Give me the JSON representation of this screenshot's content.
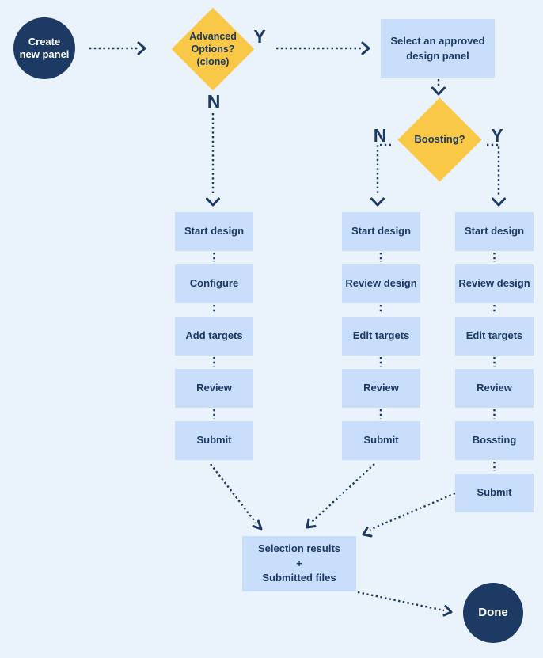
{
  "diagram": {
    "start": {
      "label": "Create\nnew panel"
    },
    "advanced_decision": {
      "label": "Advanced\nOptions?\n(clone)",
      "yes_label": "Y",
      "no_label": "N"
    },
    "select_panel": {
      "label": "Select an approved\ndesign panel"
    },
    "boosting_decision": {
      "label": "Boosting?",
      "yes_label": "Y",
      "no_label": "N"
    },
    "columns": [
      {
        "name": "advanced-no-path",
        "steps": [
          "Start design",
          "Configure",
          "Add targets",
          "Review",
          "Submit"
        ]
      },
      {
        "name": "boosting-no-path",
        "steps": [
          "Start design",
          "Review design",
          "Edit targets",
          "Review",
          "Submit"
        ]
      },
      {
        "name": "boosting-yes-path",
        "steps": [
          "Start design",
          "Review design",
          "Edit targets",
          "Review",
          "Bossting",
          "Submit"
        ]
      }
    ],
    "results": {
      "label": "Selection results\n+\nSubmitted files"
    },
    "done": {
      "label": "Done"
    }
  },
  "colors": {
    "background": "#eaf2fc",
    "process_fill": "#c8defb",
    "decision_fill": "#f9c847",
    "navy": "#1d3a64",
    "text_on_dark": "#ffffff"
  }
}
